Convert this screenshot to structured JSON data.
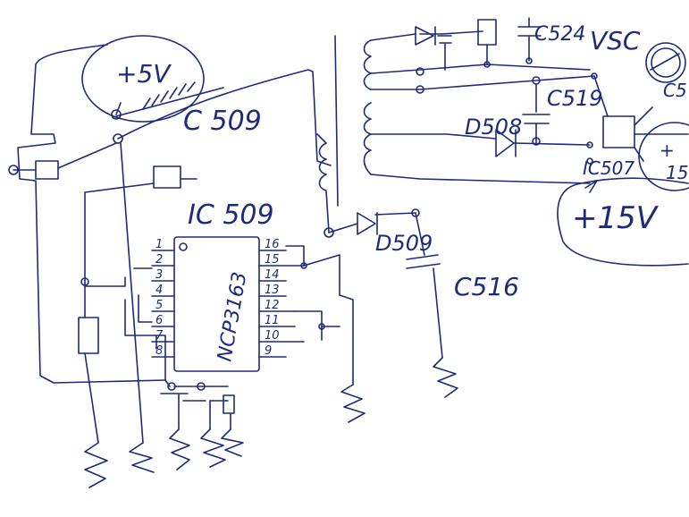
{
  "labels": {
    "plus5v": "+5V",
    "c509": "C 509",
    "ic509": "IC 509",
    "chip": "NCP3163",
    "c524": "C524",
    "vsc": "VSC",
    "c519": "C519",
    "d508": "D508",
    "ic507": "IC507",
    "d509": "D509",
    "c516": "C516",
    "plus15v": "+15V",
    "c5_cut": "C5",
    "num15_cut": "15",
    "plus_cut": "+"
  },
  "pins_left": [
    "1",
    "2",
    "3",
    "4",
    "5",
    "6",
    "7",
    "8"
  ],
  "pins_right": [
    "16",
    "15",
    "14",
    "13",
    "12",
    "11",
    "10",
    "9"
  ],
  "colors": {
    "ink": "#1f2a7a",
    "paper": "#ffffff"
  }
}
